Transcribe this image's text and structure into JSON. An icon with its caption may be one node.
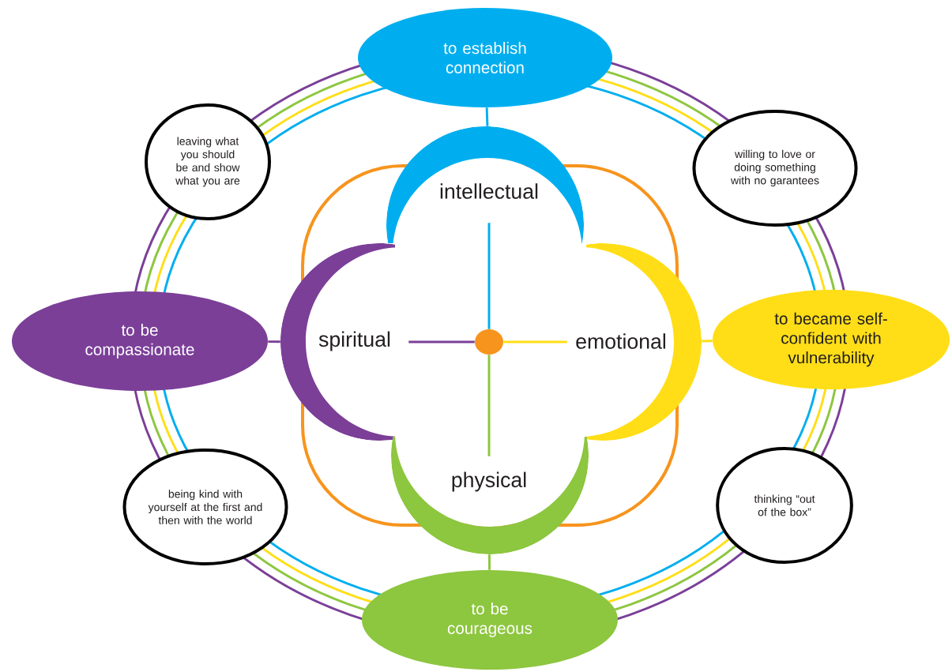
{
  "diagram": {
    "nodes": [
      {
        "text": [
          "to establish connection"
        ]
      },
      {
        "text": [
          "leaving what you should be and show what you are"
        ]
      },
      {
        "text": [
          "willing to love or doing something with no garantees"
        ]
      },
      {
        "text": [
          "to be compassionate"
        ]
      },
      {
        "text": [
          "to became self-confident with vulnerability"
        ]
      },
      {
        "text": [
          "being kind with yourself at the first and then with the world"
        ]
      },
      {
        "text": [
          "thinking “out of the box”"
        ]
      },
      {
        "text": [
          "to be courageous"
        ]
      },
      {
        "text": [
          "intellectual"
        ]
      },
      {
        "text": [
          "spiritual"
        ]
      },
      {
        "text": [
          "emotional"
        ]
      },
      {
        "text": [
          "physical"
        ]
      },
      {
        "text": [],
        "shape": "circle"
      }
    ],
    "edges": [
      {
        "from": 12,
        "to": 8,
        "arrow": "none",
        "color": "#00aeef"
      },
      {
        "from": 12,
        "to": 9,
        "arrow": "none",
        "color": "#7b3f98"
      },
      {
        "from": 12,
        "to": 10,
        "arrow": "none",
        "color": "#ffde17"
      },
      {
        "from": 12,
        "to": 11,
        "arrow": "none",
        "color": "#8dc63f"
      },
      {
        "from": 0,
        "to": 8,
        "arrow": "none",
        "color": "#00aeef"
      },
      {
        "from": 3,
        "to": 9,
        "arrow": "none",
        "color": "#7b3f98"
      },
      {
        "from": 4,
        "to": 10,
        "arrow": "none",
        "color": "#ffde17"
      },
      {
        "from": 7,
        "to": 11,
        "arrow": "none",
        "color": "#8dc63f"
      }
    ]
  }
}
